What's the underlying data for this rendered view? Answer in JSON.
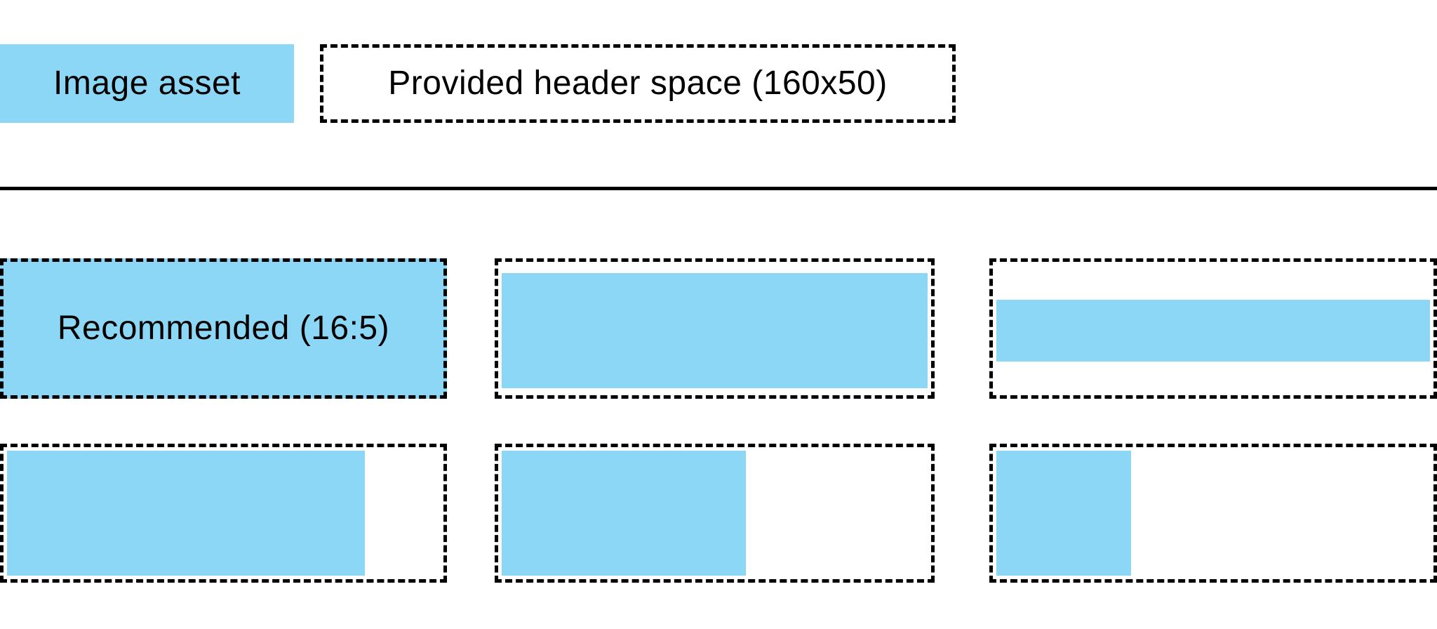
{
  "legend": {
    "image_asset_label": "Image asset",
    "header_space_label": "Provided header space (160x50)"
  },
  "examples": {
    "recommended_label": "Recommended (16:5)"
  },
  "figure": {
    "description": "Six dashed boxes show how differently proportioned image assets occupy the provided 160x50 header space",
    "rows": [
      {
        "cells": [
          {
            "id": "r1c1",
            "fill": "full",
            "label": "Recommended (16:5)"
          },
          {
            "id": "r1c2",
            "fill": "horizontal-band",
            "fill_height_ratio": 0.82
          },
          {
            "id": "r1c3",
            "fill": "horizontal-band",
            "fill_height_ratio": 0.44
          }
        ]
      },
      {
        "cells": [
          {
            "id": "r2c1",
            "fill": "left-column",
            "fill_width_ratio": 0.81
          },
          {
            "id": "r2c2",
            "fill": "left-column",
            "fill_width_ratio": 0.56
          },
          {
            "id": "r2c3",
            "fill": "left-column",
            "fill_width_ratio": 0.31
          }
        ]
      }
    ]
  },
  "colors": {
    "asset_blue": "#8CD7F5",
    "ink": "#000000",
    "canvas": "#FFFFFF"
  }
}
